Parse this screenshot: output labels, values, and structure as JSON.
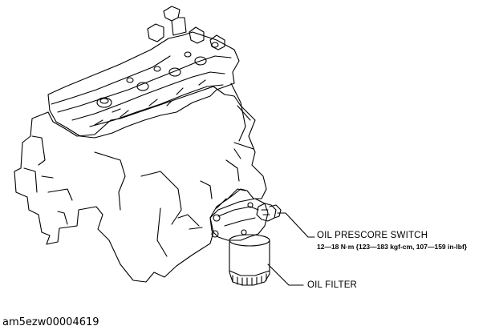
{
  "labels": {
    "oil_pressure_switch": "OIL PRESCORE SWITCH",
    "oil_pressure_switch_torque": "12—18 N·m {123—183 kgf-cm, 107—159 in-lbf}",
    "oil_filter": "OIL FILTER"
  },
  "figure_id": "am5ezw00004619",
  "colors": {
    "line": "#000000",
    "background": "#ffffff"
  }
}
